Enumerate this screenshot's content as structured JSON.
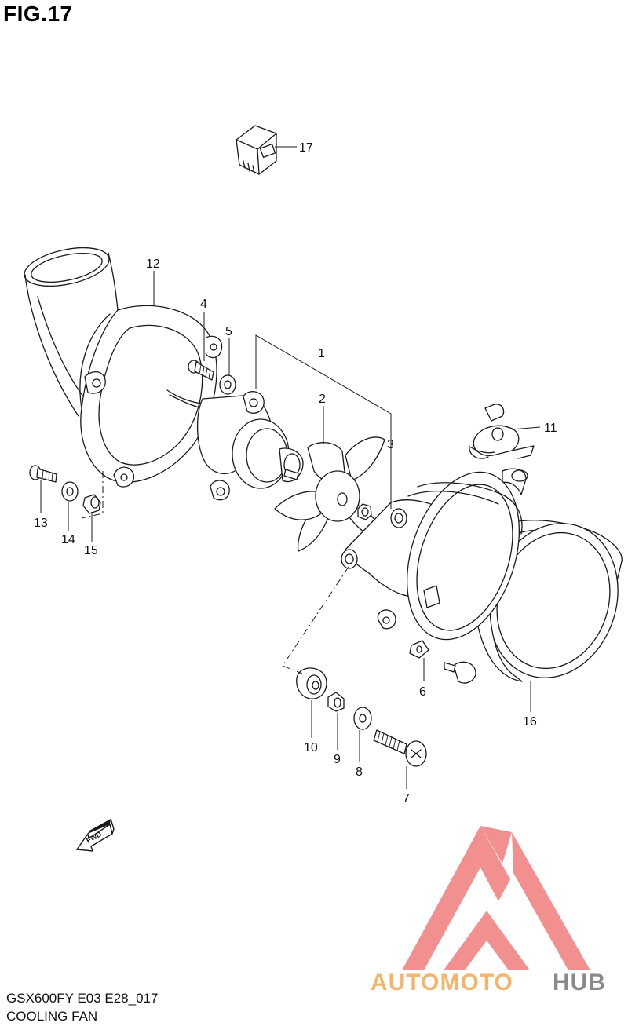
{
  "figure": {
    "title": "FIG.17",
    "model_code": "GSX600FY E03 E28_017",
    "caption": "COOLING FAN"
  },
  "direction_marker": {
    "label": "FWD",
    "icon": "fwd-arrow-icon"
  },
  "watermark": {
    "brand_part1": "AUTOMOTO",
    "brand_part2": "HUB",
    "color_red": "#f07d7d",
    "color_orange": "#f5b36b",
    "color_gray": "#8a8a8a"
  },
  "callouts": [
    {
      "id": "1",
      "label": "1"
    },
    {
      "id": "2",
      "label": "2"
    },
    {
      "id": "3",
      "label": "3"
    },
    {
      "id": "4",
      "label": "4"
    },
    {
      "id": "5",
      "label": "5"
    },
    {
      "id": "6",
      "label": "6"
    },
    {
      "id": "7",
      "label": "7"
    },
    {
      "id": "8",
      "label": "8"
    },
    {
      "id": "9",
      "label": "9"
    },
    {
      "id": "10",
      "label": "10"
    },
    {
      "id": "11",
      "label": "11"
    },
    {
      "id": "12",
      "label": "12"
    },
    {
      "id": "13",
      "label": "13"
    },
    {
      "id": "14",
      "label": "14"
    },
    {
      "id": "15",
      "label": "15"
    },
    {
      "id": "16",
      "label": "16"
    },
    {
      "id": "17",
      "label": "17"
    }
  ]
}
